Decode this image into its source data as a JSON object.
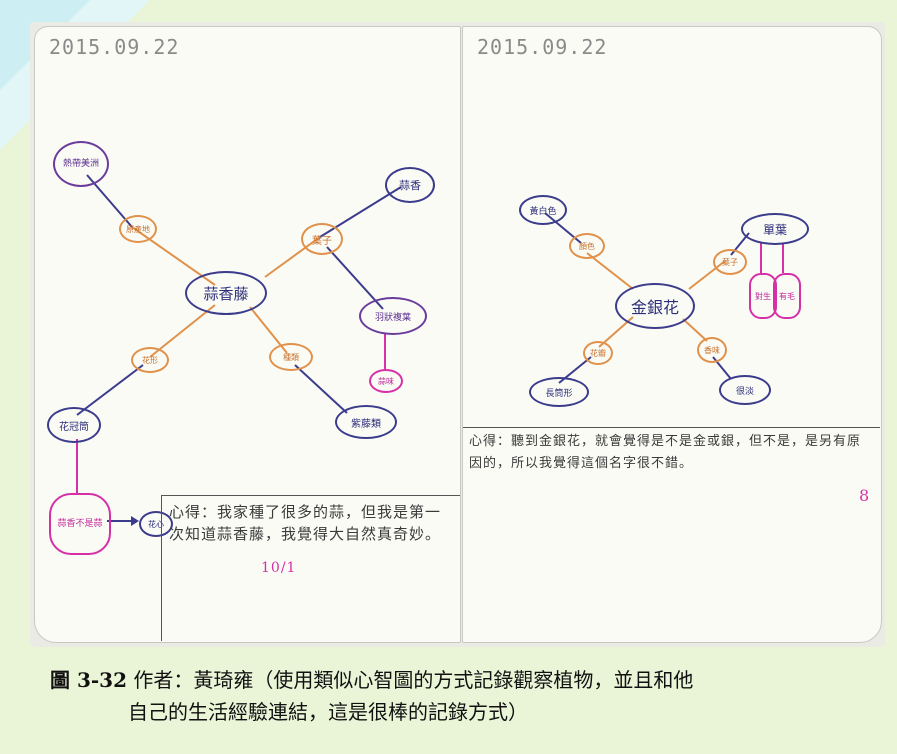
{
  "caption": {
    "figure_label": "圖 3-32",
    "line1": "作者：黃琦雍（使用類似心智圖的方式記錄觀察植物，並且和他",
    "line2": "自己的生活經驗連結，這是很棒的記錄方式）"
  },
  "notebook": {
    "left_page": {
      "date": "2015.09.22",
      "center": "蒜香藤",
      "nodes": {
        "top_left_label": "原產地",
        "top_left_leaf": "熱帶美洲",
        "top_right_label": "葉子",
        "top_right_leaf": "蒜香",
        "right_label": "葉子",
        "right_leaf": "羽狀複葉",
        "right_pink": "蒜味",
        "bottom_left_label": "花形",
        "bottom_left_leaf": "花冠筒",
        "bottom_right_label": "種類",
        "bottom_right_leaf": "紫藤類",
        "pink_bottom": "蒜香不是蒜",
        "arrow_target": "花心"
      },
      "reflection": "心得：我家種了很多的蒜，但我是第一次知道蒜香藤，我覺得大自然真奇妙。",
      "mark": "10/1"
    },
    "right_page": {
      "date": "2015.09.22",
      "center": "金銀花",
      "nodes": {
        "top_left_label": "顏色",
        "top_left_leaf": "黃白色",
        "top_right_label": "葉子",
        "top_right_leaf": "單葉",
        "pink_left": "對生",
        "pink_right": "有毛",
        "bottom_left_label": "花瓣",
        "bottom_left_leaf": "長筒形",
        "bottom_right_label": "香味",
        "bottom_right_leaf": "很淡"
      },
      "reflection": "心得：聽到金銀花，就會覺得是不是金或銀，但不是，是另有原因的，所以我覺得這個名字很不錯。",
      "mark": "8"
    }
  },
  "colors": {
    "background": "#eaf5d8",
    "node_blue": "#3c3c8c",
    "branch_orange": "#e0914a",
    "accent_pink": "#d630a8"
  }
}
